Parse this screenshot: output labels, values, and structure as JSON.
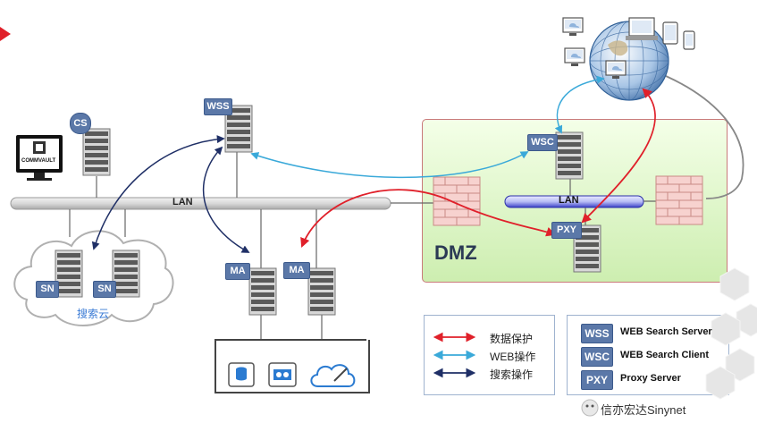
{
  "nodes": {
    "cs": "CS",
    "wss": "WSS",
    "wsc": "WSC",
    "pxy": "PXY",
    "ma1": "MA",
    "ma2": "MA",
    "sn1": "SN",
    "sn2": "SN",
    "commvault": "COMMVAULT"
  },
  "networks": {
    "lan_main": "LAN",
    "lan_dmz": "LAN",
    "dmz": "DMZ",
    "search_cloud": "搜索云"
  },
  "legend_arrows": [
    {
      "label": "数据保护",
      "color": "#e0202a"
    },
    {
      "label": "WEB操作",
      "color": "#3aa9d9"
    },
    {
      "label": "搜索操作",
      "color": "#1f2f66"
    }
  ],
  "legend_components": [
    {
      "abbr": "WSS",
      "label": "WEB Search Server"
    },
    {
      "abbr": "WSC",
      "label": "WEB Search Client"
    },
    {
      "abbr": "PXY",
      "label": "Proxy Server"
    }
  ],
  "watermark": "信亦宏达Sinynet",
  "colors": {
    "badge": "#5b78a8",
    "data_protection": "#e0202a",
    "web_ops": "#3aa9d9",
    "search_ops": "#1f2f66"
  }
}
